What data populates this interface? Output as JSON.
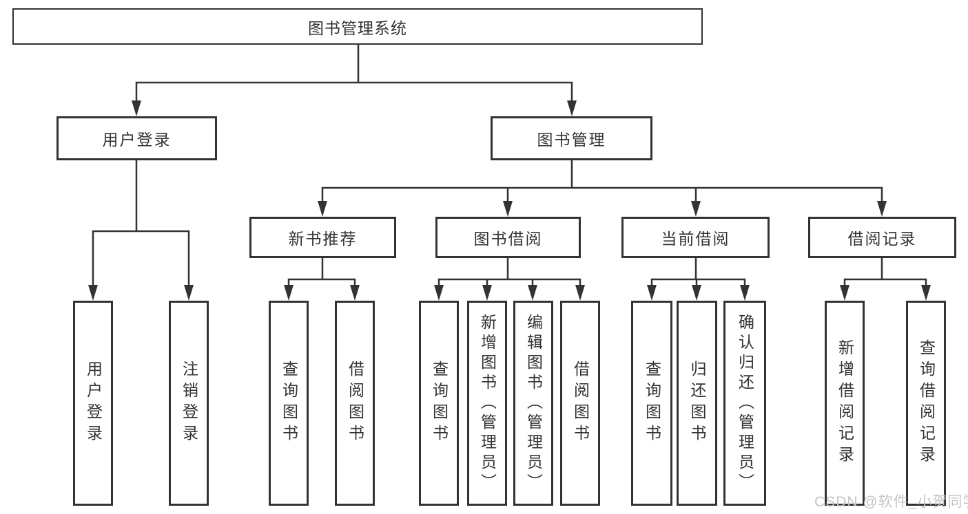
{
  "diagram_title": "图书管理系统",
  "watermark": "CSDN @软件_小贺同学",
  "colors": {
    "line": "#333333",
    "text": "#333333",
    "box_background": "#ffffff",
    "watermark": "#c5c5c5",
    "background": "#ffffff"
  },
  "nodes": {
    "root": "图书管理系统",
    "user_login_branch": "用户登录",
    "book_mgmt_branch": "图书管理",
    "new_book_recommend": "新书推荐",
    "book_borrow": "图书借阅",
    "current_borrow": "当前借阅",
    "borrow_records": "借阅记录",
    "leaf_user_login": "用户登录",
    "leaf_logout": "注销登录",
    "leaf_recommend_query_books": "查询图书",
    "leaf_recommend_borrow_books": "借阅图书",
    "leaf_borrow_query_books": "查询图书",
    "leaf_borrow_add_books": "新增图书（管理员）",
    "leaf_borrow_edit_books": "编辑图书（管理员）",
    "leaf_borrow_borrow_books": "借阅图书",
    "leaf_current_query_books": "查询图书",
    "leaf_current_return_books": "归还图书",
    "leaf_current_confirm_return": "确认归还（管理员）",
    "leaf_records_add_record": "新增借阅记录",
    "leaf_records_query_record": "查询借阅记录"
  },
  "tree": {
    "图书管理系统": {
      "用户登录": [
        "用户登录",
        "注销登录"
      ],
      "图书管理": {
        "新书推荐": [
          "查询图书",
          "借阅图书"
        ],
        "图书借阅": [
          "查询图书",
          "新增图书（管理员）",
          "编辑图书（管理员）",
          "借阅图书"
        ],
        "当前借阅": [
          "查询图书",
          "归还图书",
          "确认归还（管理员）"
        ],
        "借阅记录": [
          "新增借阅记录",
          "查询借阅记录"
        ]
      }
    }
  }
}
